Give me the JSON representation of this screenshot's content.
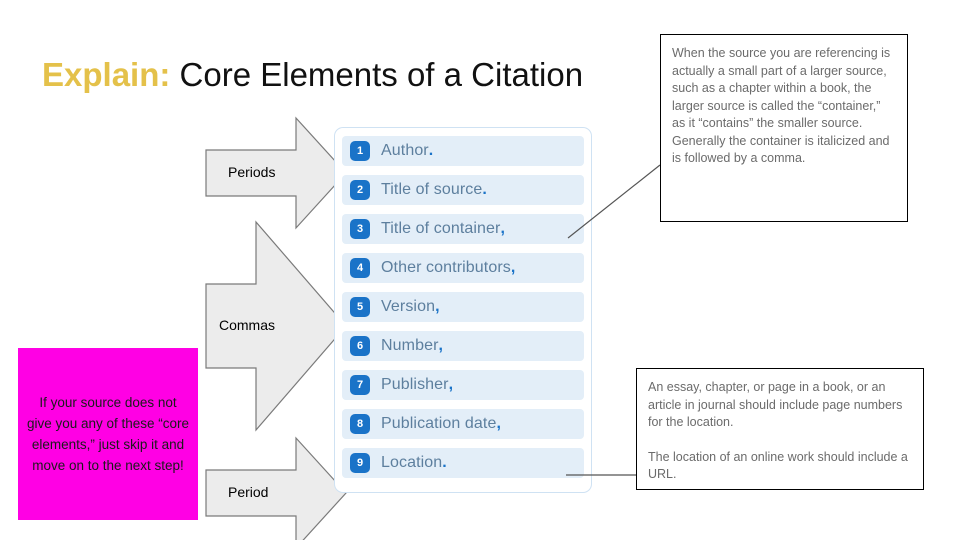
{
  "slide": {
    "title_accent": "Explain:",
    "title_rest": " Core Elements of a Citation"
  },
  "core_elements": {
    "items": [
      {
        "number": "1",
        "label": "Author",
        "punct": "."
      },
      {
        "number": "2",
        "label": "Title of source",
        "punct": "."
      },
      {
        "number": "3",
        "label": "Title of container",
        "punct": ","
      },
      {
        "number": "4",
        "label": "Other contributors",
        "punct": ","
      },
      {
        "number": "5",
        "label": "Version",
        "punct": ","
      },
      {
        "number": "6",
        "label": "Number",
        "punct": ","
      },
      {
        "number": "7",
        "label": "Publisher",
        "punct": ","
      },
      {
        "number": "8",
        "label": "Publication date",
        "punct": ","
      },
      {
        "number": "9",
        "label": "Location",
        "punct": "."
      }
    ]
  },
  "arrows": [
    {
      "label": "Periods"
    },
    {
      "label": "Commas"
    },
    {
      "label": "Period"
    }
  ],
  "notes": {
    "container_note": "When the source you are referencing is actually a small part of a larger source, such as a chapter within a book, the larger source is called the “container,” as it “contains” the smaller source. Generally the container is italicized and is followed by a comma.",
    "location_note_p1": "An essay, chapter, or page in a book, or an article in journal should include page numbers for the location.",
    "location_note_p2": "The location of an online work should include a URL."
  },
  "magenta_note": {
    "text": "If your source does not give you any of these “core elements,” just skip it and move on to the next step!"
  },
  "colors": {
    "title_accent": "#e4c14a",
    "badge_blue": "#1a73c8",
    "item_bg": "#e3eef8",
    "item_text": "#5d7f9e",
    "magenta": "#ff00e4",
    "arrow_fill": "#ececec",
    "arrow_stroke": "#7a7a7a",
    "panel_border": "#cfe2f3"
  }
}
